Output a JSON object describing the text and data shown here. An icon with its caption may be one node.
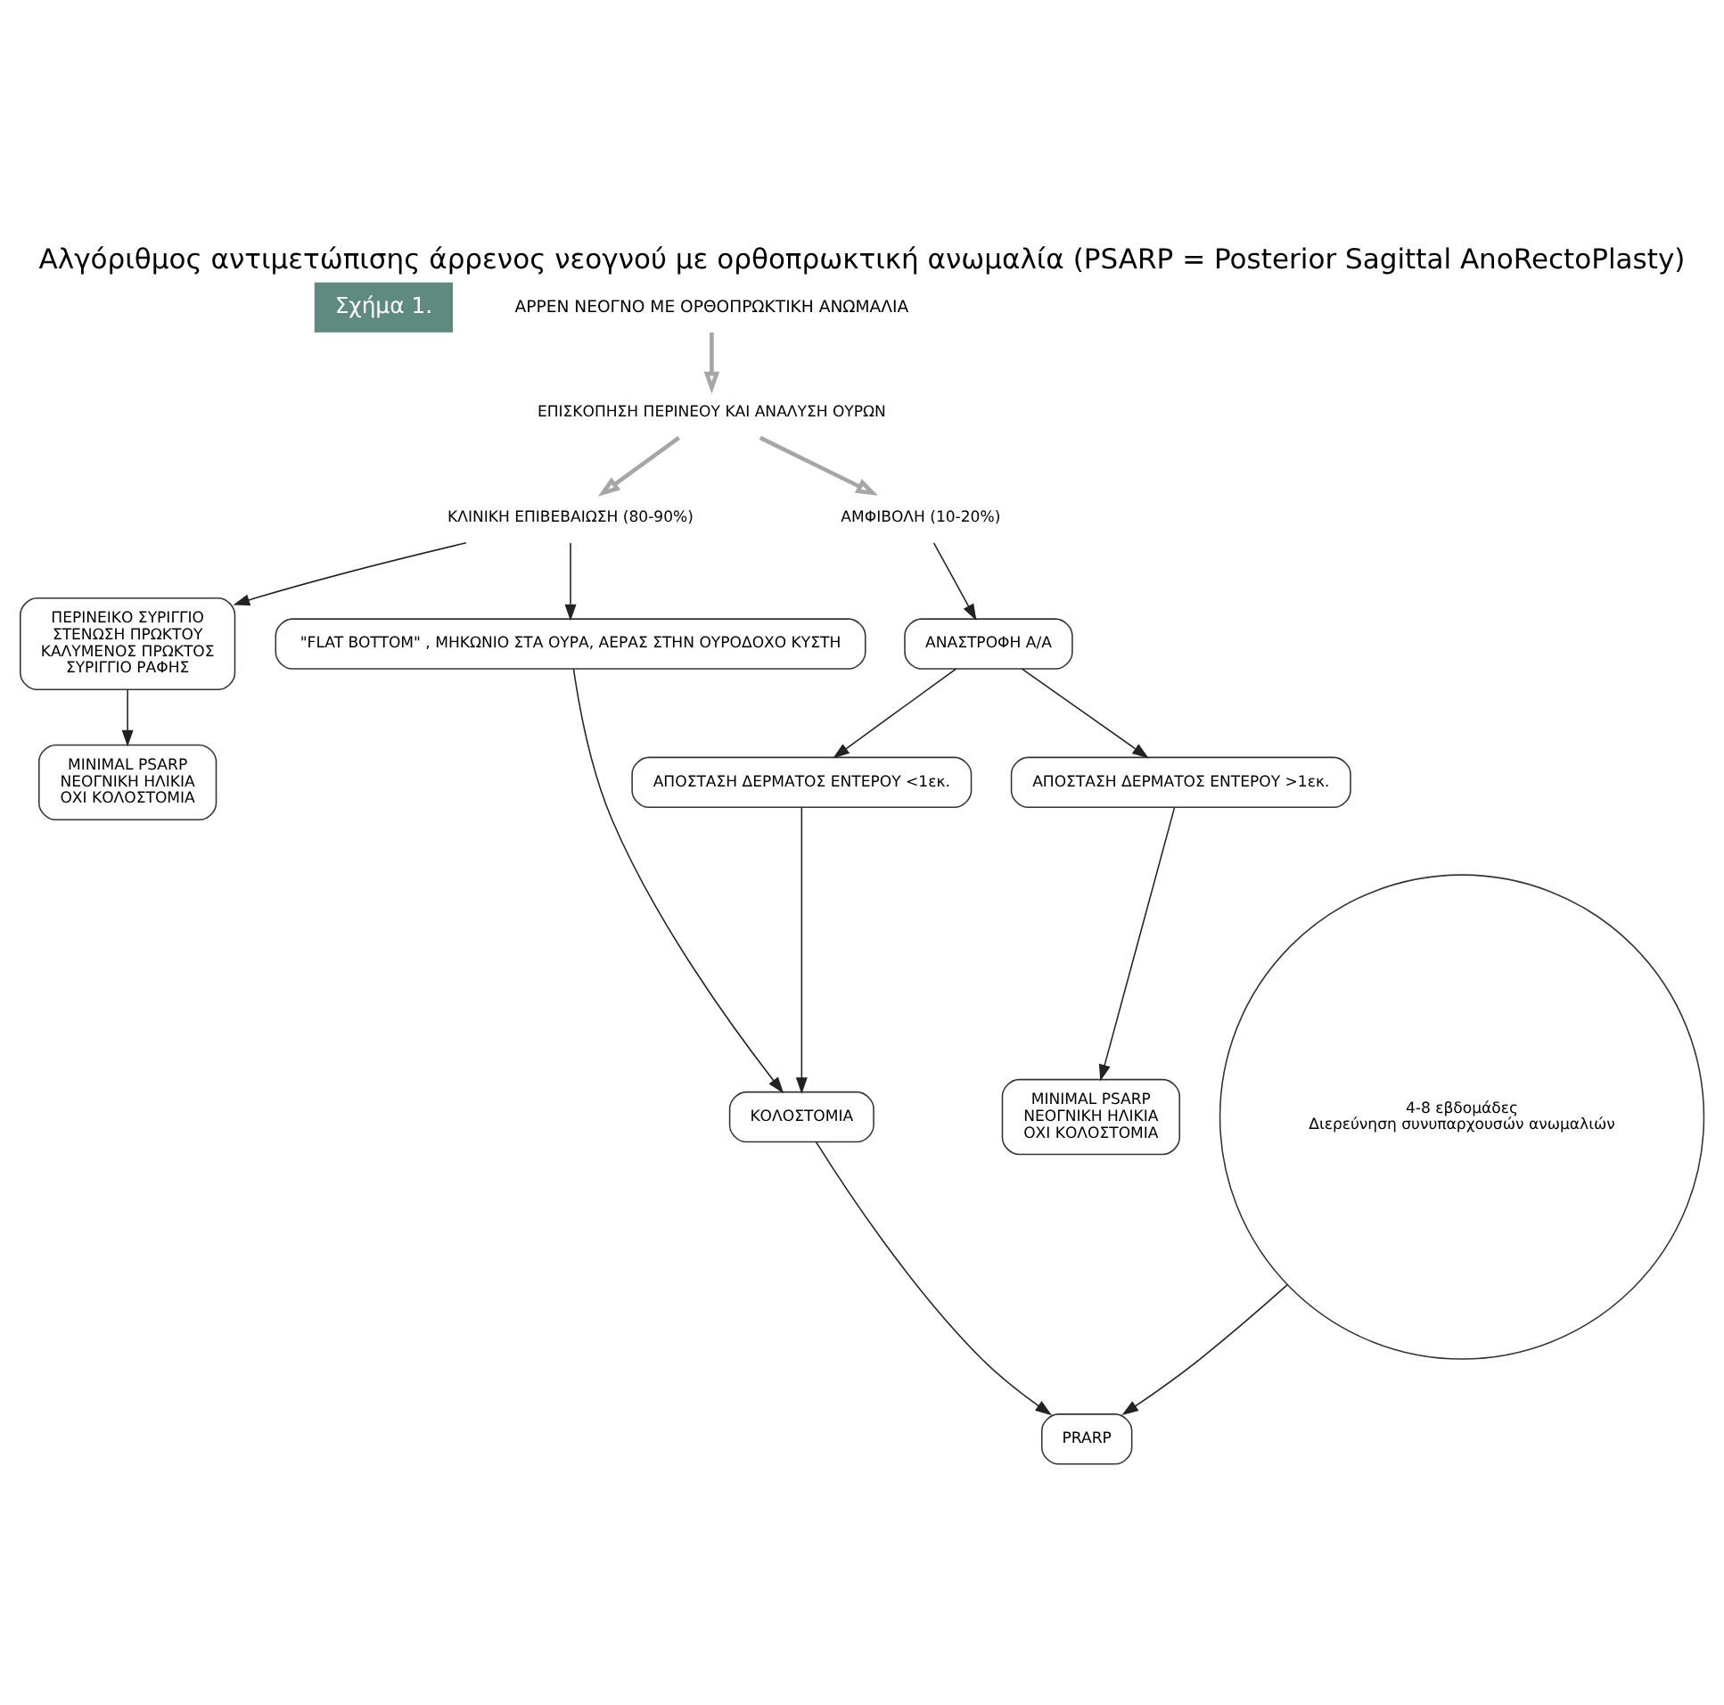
{
  "diagram": {
    "title": "Αλγόριθμος αντιμετώπισης άρρενος νεογνού με ορθοπρωκτική ανωμαλία (PSARP = Posterior Sagittal AnoRectoPlasty)",
    "nodes": [
      {
        "text": [
          "ΑΡΡΕΝ ΝΕΟΓΝΟ ΜΕ ΟΡΘΟΠΡΩΚΤΙΚΗ ΑΝΩΜΑΛΙΑ"
        ]
      },
      {
        "text": [
          "ΕΠΙΣΚΟΠΗΣΗ ΠΕΡΙΝΕΟΥ ΚΑΙ ΑΝΑΛΥΣΗ ΟΥΡΩΝ"
        ]
      },
      {
        "text": [
          "ΚΛΙΝΙΚΗ ΕΠΙΒΕΒΑΙΩΣΗ (80-90%)"
        ]
      },
      {
        "text": [
          "ΑΜΦΙΒΟΛΗ (10-20%)"
        ]
      },
      {
        "text": [
          "ΠΕΡΙΝΕΙΚΟ ΣΥΡΙΓΓΙΟ",
          "ΣΤΕΝΩΣΗ ΠΡΩΚΤΟΥ",
          "ΚΑΛΥΜΕΝΟΣ ΠΡΩΚΤΟΣ",
          "ΣΥΡΙΓΓΙΟ ΡΑΦΗΣ"
        ]
      },
      {
        "text": [
          "\"FLAT BOTTOM\" , ΜΗΚΩΝΙΟ ΣΤΑ ΟΥΡΑ, ΑΕΡΑΣ ΣΤΗΝ ΟΥΡΟΔΟΧΟ ΚΥΣΤΗ"
        ]
      },
      {
        "text": [
          "ΑΝΑΣΤΡΟΦΗ Α/Α"
        ]
      },
      {
        "text": [
          "ΑΠΟΣΤΑΣΗ ΔΕΡΜΑΤΟΣ ΕΝΤΕΡΟΥ <1εκ."
        ]
      },
      {
        "text": [
          "ΑΠΟΣΤΑΣΗ ΔΕΡΜΑΤΟΣ ΕΝΤΕΡΟΥ >1εκ."
        ]
      },
      {
        "text": [
          "MINIMAL PSARP",
          "ΝΕΟΓΝΙΚΗ ΗΛΙΚΙΑ",
          "ΟΧΙ ΚΟΛΟΣΤΟΜΙΑ"
        ]
      },
      {
        "text": [
          "ΚΟΛΟΣΤΟΜΙΑ"
        ]
      },
      {
        "text": [
          "4-8 εβδομάδες",
          "Διερεύνηση συνυπαρχουσών ανωμαλιών"
        ]
      },
      {
        "text": [
          "PRARP"
        ]
      },
      {
        "text": [
          "MINIMAL PSARP",
          "ΝΕΟΓΝΙΚΗ ΗΛΙΚΙΑ",
          "ΟΧΙ ΚΟΛΟΣΤΟΜΙΑ"
        ]
      }
    ],
    "edges": [
      {
        "from": 0,
        "to": 1,
        "arrow": "to",
        "style": "thick",
        "color": "#a6a6a6"
      },
      {
        "from": 1,
        "to": 2,
        "arrow": "to",
        "style": "thick",
        "color": "#a6a6a6"
      },
      {
        "from": 1,
        "to": 3,
        "arrow": "to",
        "style": "thick",
        "color": "#a6a6a6"
      },
      {
        "from": 2,
        "to": 4,
        "arrow": "to"
      },
      {
        "from": 2,
        "to": 5,
        "arrow": "to"
      },
      {
        "from": 3,
        "to": 6,
        "arrow": "to"
      },
      {
        "from": 6,
        "to": 7,
        "arrow": "to"
      },
      {
        "from": 6,
        "to": 8,
        "arrow": "to"
      },
      {
        "from": 4,
        "to": 9,
        "arrow": "to"
      },
      {
        "from": 5,
        "to": 10,
        "arrow": "to"
      },
      {
        "from": 7,
        "to": 10,
        "arrow": "to"
      },
      {
        "from": 10,
        "to": 12,
        "arrow": "to"
      },
      {
        "from": 11,
        "to": 12,
        "arrow": "to"
      },
      {
        "from": 8,
        "to": 13,
        "arrow": "to"
      }
    ],
    "labels": [
      "Σχήμα 1."
    ]
  }
}
